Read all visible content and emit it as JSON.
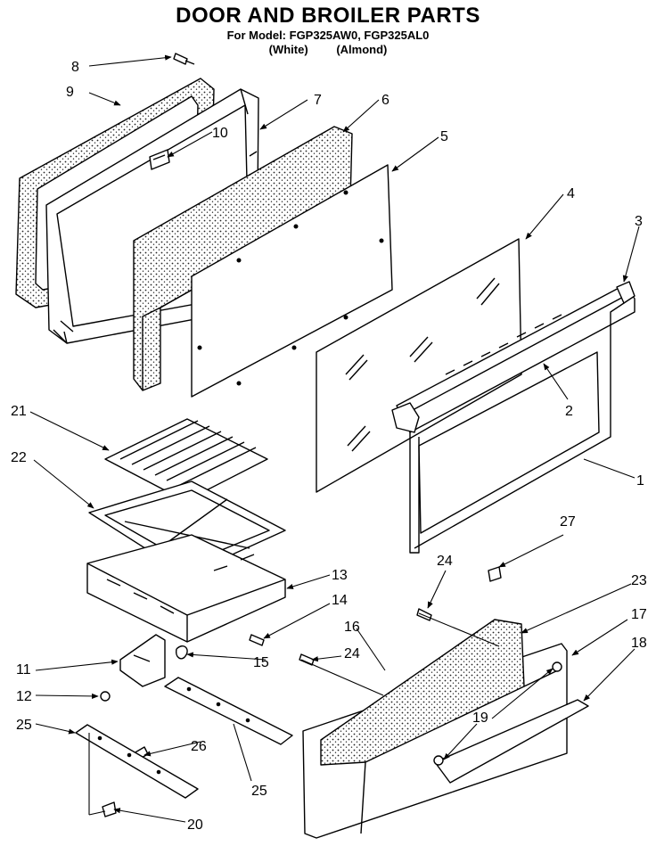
{
  "header": {
    "title": "DOOR AND BROILER PARTS",
    "model_line": "For Model: FGP325AW0, FGP325AL0",
    "variants": [
      "(White)",
      "(Almond)"
    ]
  },
  "callouts": [
    "1",
    "2",
    "3",
    "4",
    "5",
    "6",
    "7",
    "8",
    "9",
    "10",
    "11",
    "12",
    "13",
    "14",
    "15",
    "16",
    "17",
    "18",
    "19",
    "20",
    "21",
    "22",
    "23",
    "24",
    "24",
    "25",
    "25",
    "26",
    "27"
  ]
}
